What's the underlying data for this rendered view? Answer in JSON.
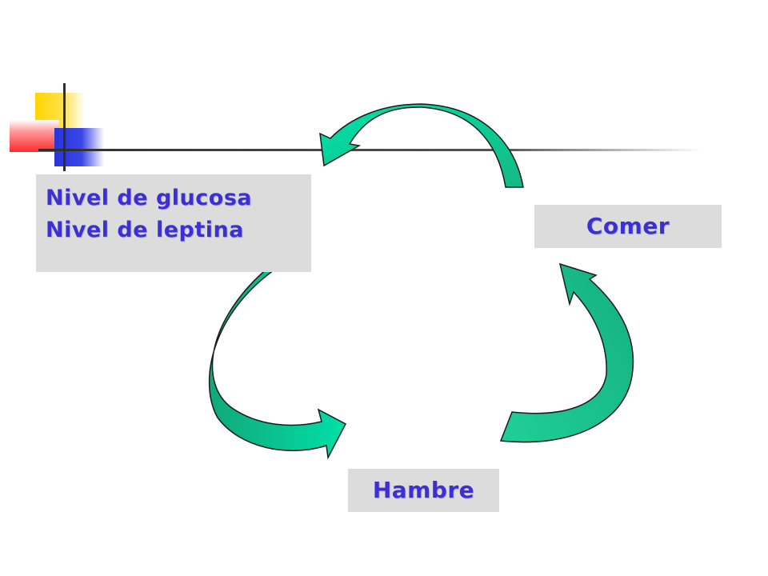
{
  "diagram": {
    "nodes": {
      "levels": {
        "line1": "Nivel de glucosa",
        "line2": "Nivel de leptina"
      },
      "comer": "Comer",
      "hambre": "Hambre"
    },
    "colors": {
      "arrow_fill": "#1fcf97",
      "arrow_light": "#00e0a8",
      "arrow_stroke": "#1a1a1a",
      "box_fill": "#dcdcdc",
      "text": "#3c2fd6"
    }
  }
}
